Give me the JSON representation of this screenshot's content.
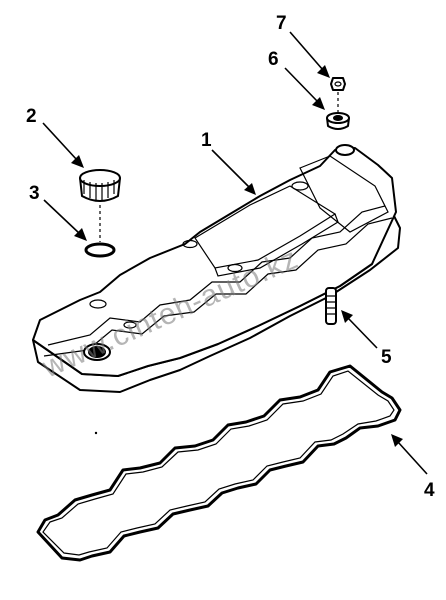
{
  "callouts": [
    {
      "id": "1",
      "part": "valve-cover"
    },
    {
      "id": "2",
      "part": "oil-filler-cap"
    },
    {
      "id": "3",
      "part": "o-ring-seal"
    },
    {
      "id": "4",
      "part": "valve-cover-gasket"
    },
    {
      "id": "5",
      "part": "stud"
    },
    {
      "id": "6",
      "part": "isolator-washer"
    },
    {
      "id": "7",
      "part": "nut"
    }
  ],
  "watermark": "www.cinteh-auto.kz",
  "colors": {
    "line": "#000000",
    "background": "#ffffff",
    "watermark": "#7a7a7a"
  }
}
